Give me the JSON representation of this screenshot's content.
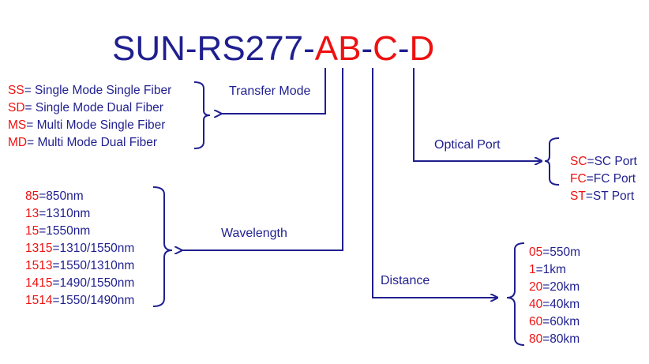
{
  "title": {
    "prefix": "SUN-RS277-",
    "part_ab": "AB",
    "dash1": "-",
    "part_c": "C",
    "dash2": "-",
    "part_d": "D"
  },
  "labels": {
    "transfer_mode": "Transfer Mode",
    "wavelength": "Wavelength",
    "distance": "Distance",
    "optical_port": "Optical Port"
  },
  "transfer_modes": [
    {
      "code": "SS",
      "desc": "= Single Mode Single Fiber"
    },
    {
      "code": "SD",
      "desc": "= Single Mode Dual Fiber"
    },
    {
      "code": "MS",
      "desc": "= Multi Mode Single Fiber"
    },
    {
      "code": "MD",
      "desc": "= Multi Mode Dual Fiber"
    }
  ],
  "wavelengths": [
    {
      "code": "85",
      "desc": "=850nm"
    },
    {
      "code": "13",
      "desc": "=1310nm"
    },
    {
      "code": "15",
      "desc": "=1550nm"
    },
    {
      "code": "1315",
      "desc": "=1310/1550nm"
    },
    {
      "code": "1513",
      "desc": "=1550/1310nm"
    },
    {
      "code": "1415",
      "desc": "=1490/1550nm"
    },
    {
      "code": "1514",
      "desc": "=1550/1490nm"
    }
  ],
  "distances": [
    {
      "code": "05",
      "desc": "=550m"
    },
    {
      "code": "1",
      "desc": "=1km"
    },
    {
      "code": "20",
      "desc": "=20km"
    },
    {
      "code": "40",
      "desc": "=40km"
    },
    {
      "code": "60",
      "desc": "=60km"
    },
    {
      "code": "80",
      "desc": "=80km"
    }
  ],
  "optical_ports": [
    {
      "code": "SC",
      "desc": "=SC Port"
    },
    {
      "code": "FC",
      "desc": "=FC Port"
    },
    {
      "code": "ST",
      "desc": "=ST Port"
    }
  ],
  "colors": {
    "navy": "#1f1f8f",
    "red": "#ee1111"
  }
}
